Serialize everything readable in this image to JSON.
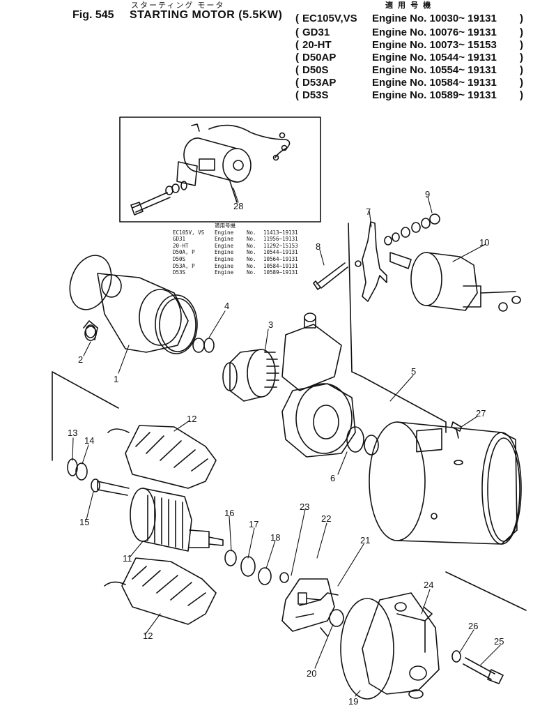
{
  "header": {
    "figure": "Fig. 545",
    "title": "STARTING MOTOR (5.5KW)",
    "title_kana": "スターティング モータ",
    "applicable_label": "適 用 号 機"
  },
  "engine_table": [
    {
      "model": "EC105V,VS",
      "engine": "Engine No. 10030~ 19131"
    },
    {
      "model": "GD31",
      "engine": "Engine No. 10076~ 19131"
    },
    {
      "model": "20-HT",
      "engine": "Engine No. 10073~ 15153"
    },
    {
      "model": "D50AP",
      "engine": "Engine No. 10544~ 19131"
    },
    {
      "model": "D50S",
      "engine": "Engine No. 10554~ 19131"
    },
    {
      "model": "D53AP",
      "engine": "Engine No. 10584~ 19131"
    },
    {
      "model": "D53S",
      "engine": "Engine No. 10589~ 19131"
    }
  ],
  "inset_table": {
    "label": "適用号機",
    "rows": [
      {
        "model": "EC105V, VS",
        "eng": "Engine",
        "no": "No.",
        "range": "11413~19131"
      },
      {
        "model": "GD31",
        "eng": "Engine",
        "no": "No.",
        "range": "11956~19131"
      },
      {
        "model": "20-HT",
        "eng": "Engine",
        "no": "No.",
        "range": "11292~15153"
      },
      {
        "model": "D50A, P",
        "eng": "Engine",
        "no": "No.",
        "range": "10544~19131"
      },
      {
        "model": "D50S",
        "eng": "Engine",
        "no": "No.",
        "range": "10564~19131"
      },
      {
        "model": "D53A, P",
        "eng": "Engine",
        "no": "No.",
        "range": "10584~19131"
      },
      {
        "model": "D53S",
        "eng": "Engine",
        "no": "No.",
        "range": "10589~19131"
      }
    ]
  },
  "callouts": {
    "c1": "1",
    "c2": "2",
    "c3": "3",
    "c4": "4",
    "c5": "5",
    "c6": "6",
    "c7": "7",
    "c8": "8",
    "c9": "9",
    "c10": "10",
    "c11": "11",
    "c12a": "12",
    "c12b": "12",
    "c13": "13",
    "c14": "14",
    "c15": "15",
    "c16": "16",
    "c17": "17",
    "c18": "18",
    "c19": "19",
    "c20": "20",
    "c21": "21",
    "c22": "22",
    "c23": "23",
    "c24": "24",
    "c25": "25",
    "c26": "26",
    "c27": "27",
    "c28": "28"
  }
}
